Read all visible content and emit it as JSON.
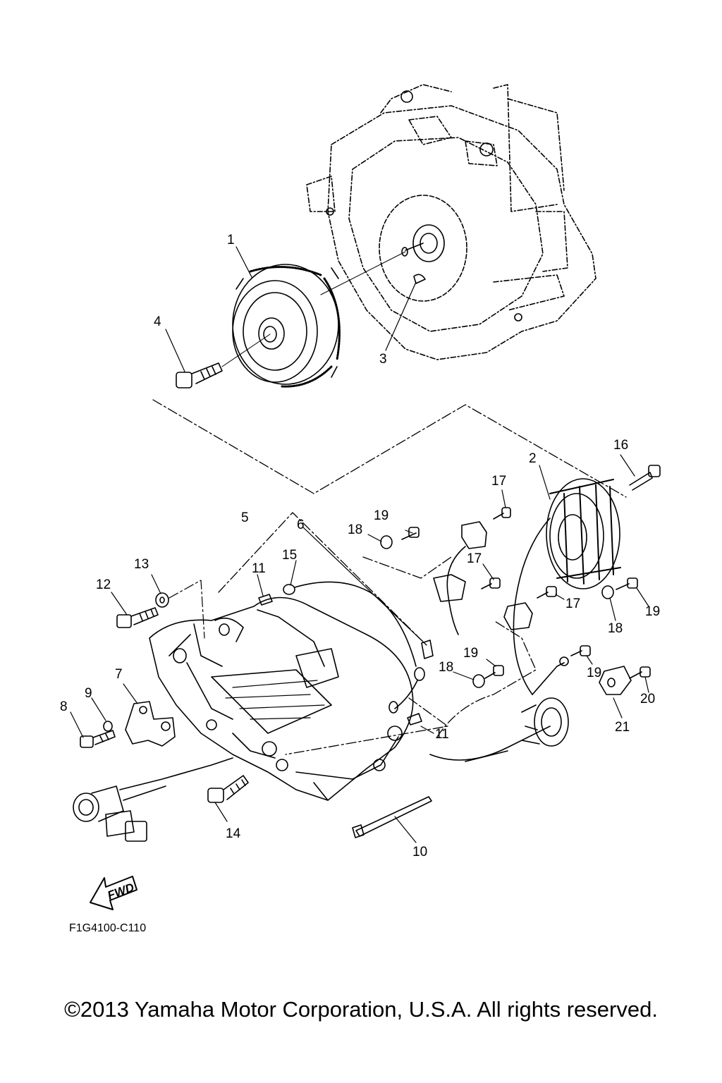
{
  "diagram": {
    "drawing_code": "F1G4100-C110",
    "forward_marker": "FWD",
    "callouts": [
      {
        "id": "c1",
        "label": "1"
      },
      {
        "id": "c2",
        "label": "2"
      },
      {
        "id": "c3",
        "label": "3"
      },
      {
        "id": "c4",
        "label": "4"
      },
      {
        "id": "c5",
        "label": "5"
      },
      {
        "id": "c6",
        "label": "6"
      },
      {
        "id": "c7",
        "label": "7"
      },
      {
        "id": "c8",
        "label": "8"
      },
      {
        "id": "c9",
        "label": "9"
      },
      {
        "id": "c10",
        "label": "10"
      },
      {
        "id": "c11a",
        "label": "11"
      },
      {
        "id": "c11b",
        "label": "11"
      },
      {
        "id": "c12",
        "label": "12"
      },
      {
        "id": "c13",
        "label": "13"
      },
      {
        "id": "c14",
        "label": "14"
      },
      {
        "id": "c15",
        "label": "15"
      },
      {
        "id": "c16",
        "label": "16"
      },
      {
        "id": "c17a",
        "label": "17"
      },
      {
        "id": "c17b",
        "label": "17"
      },
      {
        "id": "c17c",
        "label": "17"
      },
      {
        "id": "c18a",
        "label": "18"
      },
      {
        "id": "c18b",
        "label": "18"
      },
      {
        "id": "c18c",
        "label": "18"
      },
      {
        "id": "c19a",
        "label": "19"
      },
      {
        "id": "c19b",
        "label": "19"
      },
      {
        "id": "c19c",
        "label": "19"
      },
      {
        "id": "c19d",
        "label": "19"
      },
      {
        "id": "c20",
        "label": "20"
      },
      {
        "id": "c21",
        "label": "21"
      }
    ]
  },
  "footer": {
    "copyright": "©2013 Yamaha Motor Corporation, U.S.A. All rights reserved."
  }
}
